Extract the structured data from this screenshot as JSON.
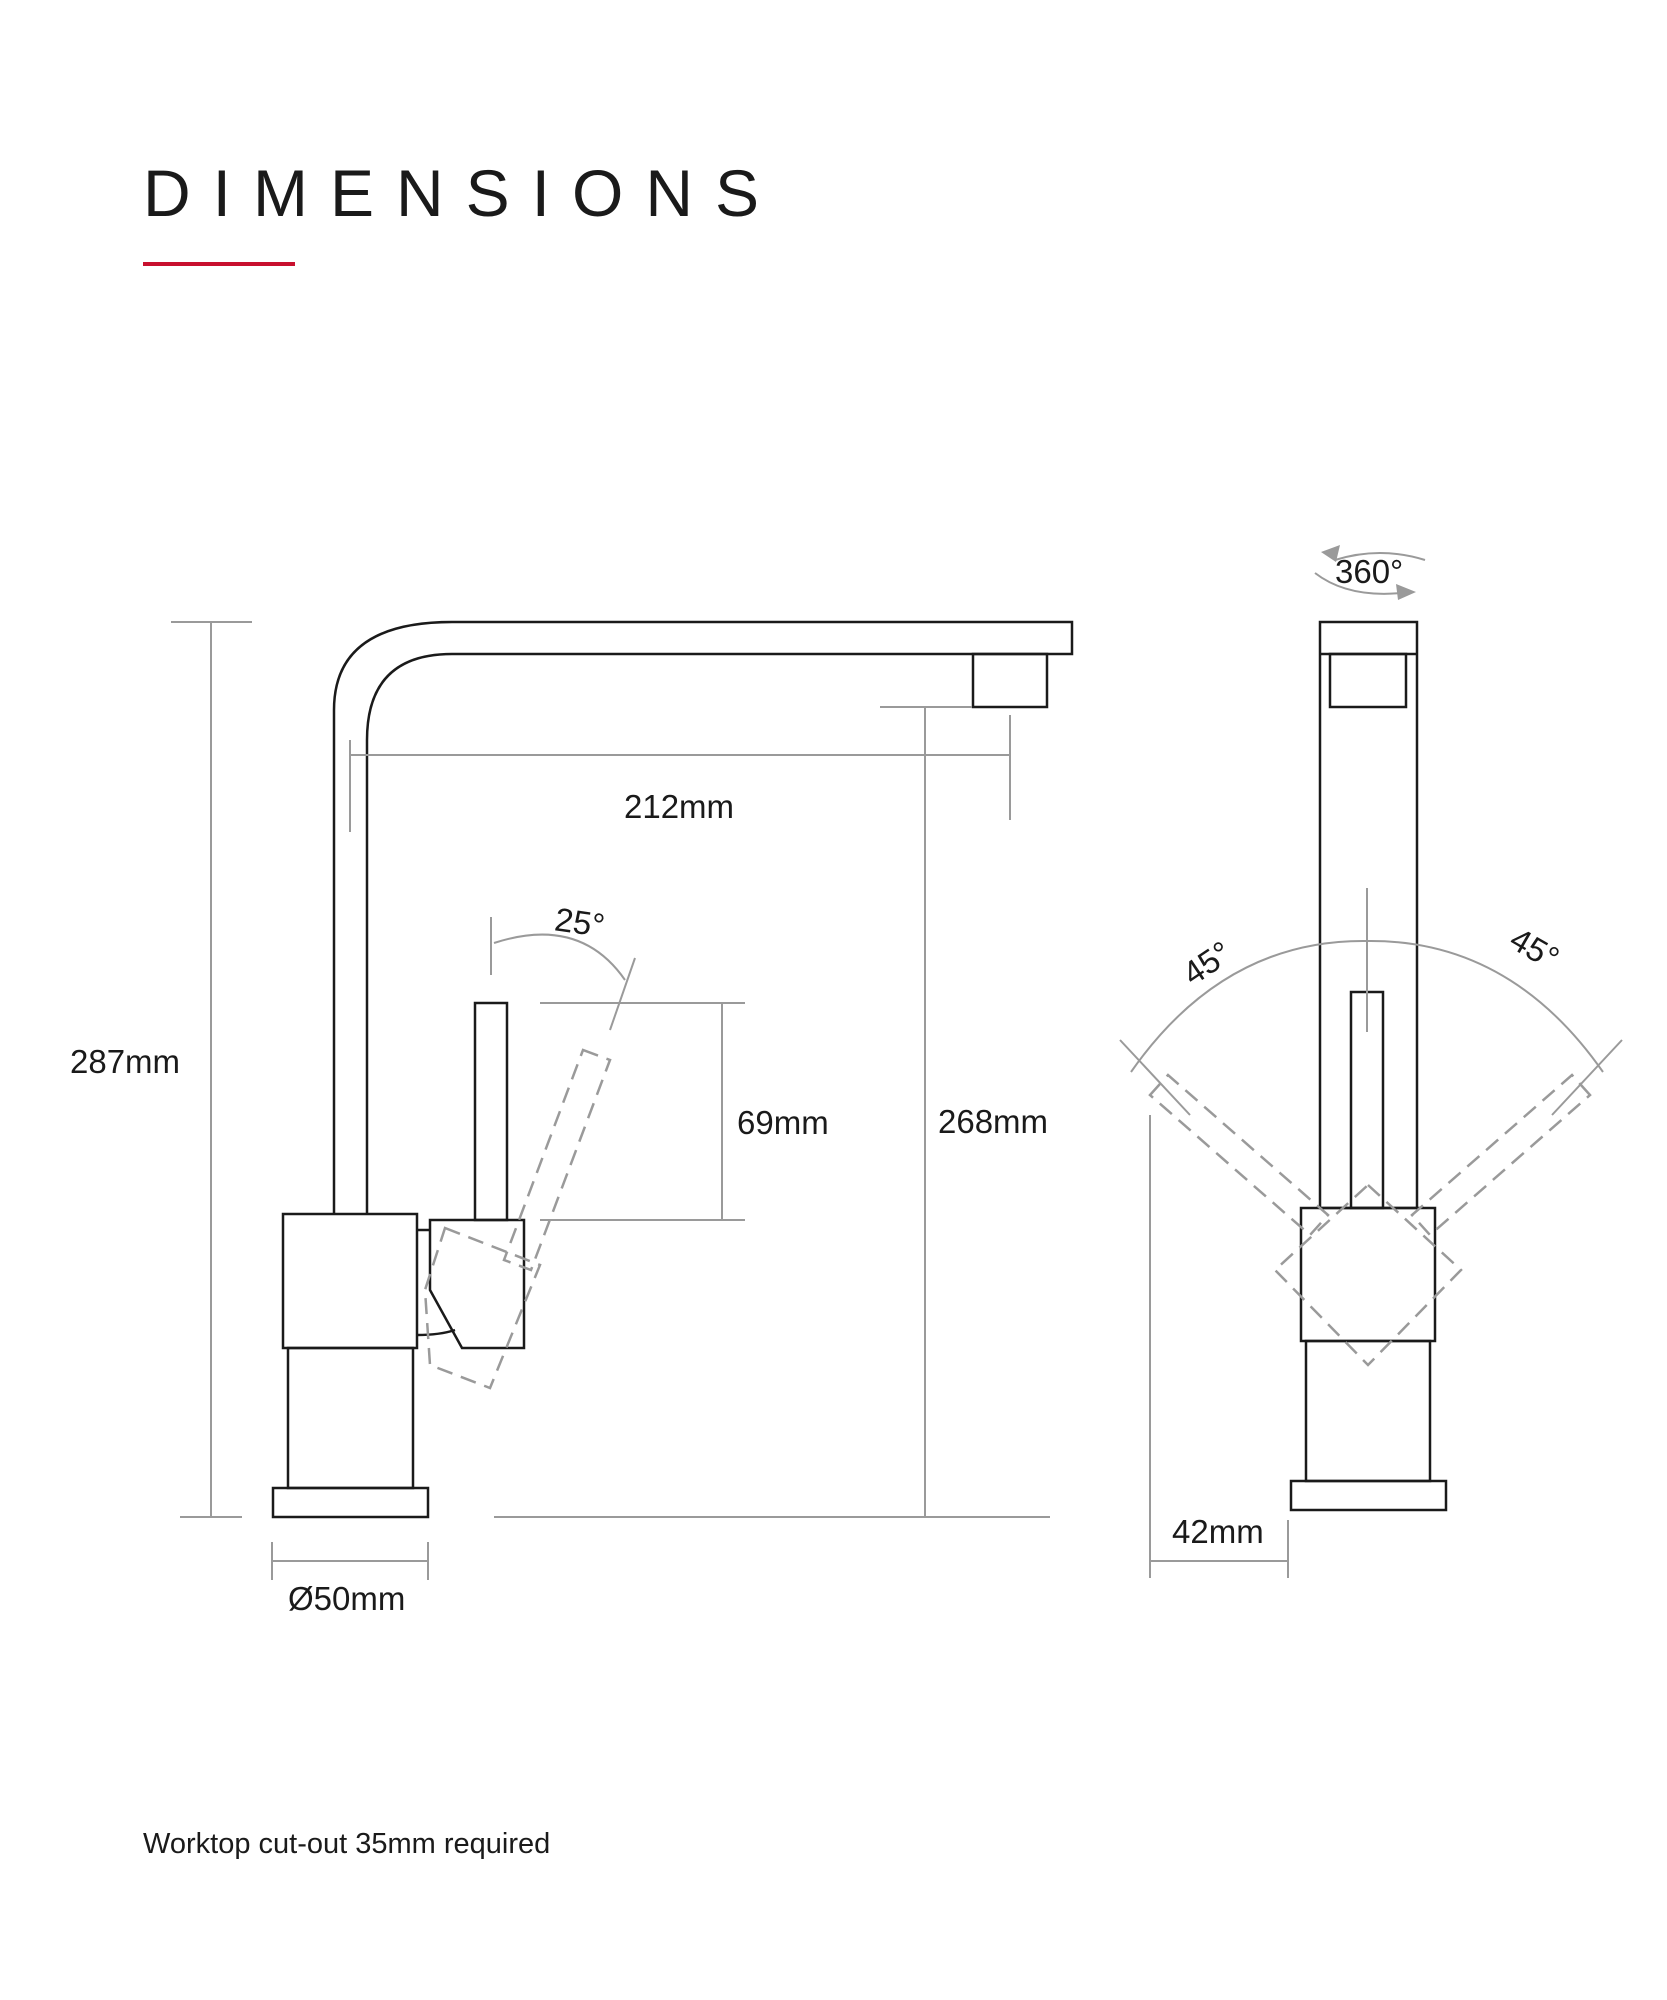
{
  "page": {
    "title": "DIMENSIONS",
    "accent_color": "#c8102e",
    "footnote": "Worktop cut-out 35mm required"
  },
  "dimensions": {
    "overall_height": "287mm",
    "spout_reach": "212mm",
    "spout_clearance_height": "268mm",
    "lever_height": "69mm",
    "lever_tilt_angle": "25°",
    "base_diameter": "Ø50mm",
    "swivel_rotation": "360°",
    "lever_rotation_left": "45°",
    "lever_rotation_right": "45°",
    "lever_offset": "42mm"
  },
  "colors": {
    "outline": "#1a1a1a",
    "dimension_line": "#9a9a9a",
    "dashed_outline": "#9a9a9a"
  }
}
